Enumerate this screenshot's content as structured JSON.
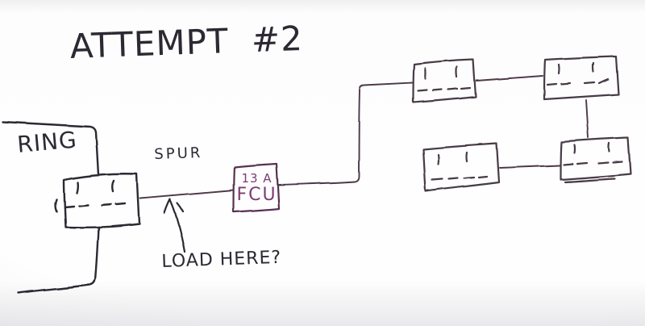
{
  "title": "ATTEMPT #2",
  "labels": {
    "ring": "RING",
    "spur": "SPUR",
    "load_question": "LOAD HERE?"
  },
  "fcu": {
    "rating": "13 A",
    "name": "FCU"
  },
  "components": {
    "ring_socket": "double-socket-outlet",
    "fcu_unit": "fused-connection-unit",
    "spur_sockets": [
      "double-socket-outlet",
      "double-socket-outlet",
      "double-socket-outlet",
      "double-socket-outlet"
    ]
  },
  "colors": {
    "ink": "#2c2933",
    "wire": "#4d3847",
    "socket": "#463a44",
    "fcu_stroke": "#57334f",
    "fcu_text": "#7b3c72",
    "paper": "#fefefe"
  }
}
